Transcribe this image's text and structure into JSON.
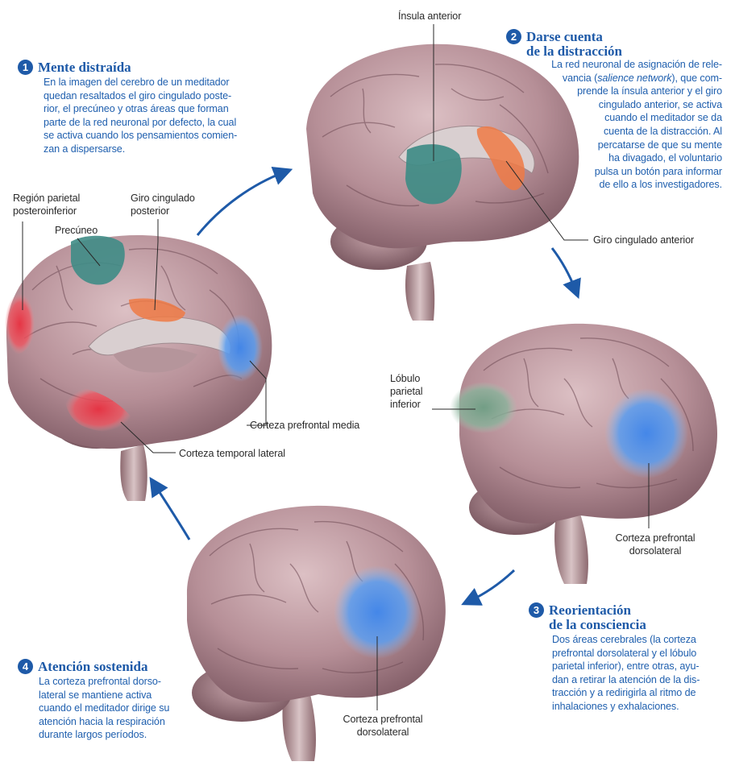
{
  "steps": [
    {
      "number": "1",
      "title_line1": "Mente distraída",
      "title_line2": "",
      "description": [
        "En la imagen del cerebro de un meditador",
        "quedan resaltados el giro cingulado poste-",
        "rior, el precúneo y otras áreas que forman",
        "parte de la red neuronal por defecto, la cual",
        "se activa cuando los pensamientos comien-",
        "zan a dispersarse."
      ]
    },
    {
      "number": "2",
      "title_line1": "Darse cuenta",
      "title_line2": "de la distracción",
      "description_pre": "La red neuronal de asignación de rele-",
      "description_italic_prefix": "vancia (",
      "description_italic": "salience network",
      "description_italic_suffix": "), que com-",
      "description": [
        "prende la ínsula anterior y el giro",
        "cingulado anterior, se activa",
        "cuando el meditador se da",
        "cuenta de la distracción. Al",
        "percatarse de que su mente",
        "ha divagado, el voluntario",
        "pulsa un botón para informar",
        "de ello a los investigadores."
      ]
    },
    {
      "number": "3",
      "title_line1": "Reorientación",
      "title_line2": "de la consciencia",
      "description": [
        "Dos áreas cerebrales (la corteza",
        "prefrontal dorsolateral y el lóbulo",
        "parietal inferior), entre otras, ayu-",
        "dan a retirar la atención de la dis-",
        "tracción y a redirigirla al ritmo de",
        "inhalaciones y exhalaciones."
      ]
    },
    {
      "number": "4",
      "title_line1": "Atención sostenida",
      "title_line2": "",
      "description": [
        "La corteza prefrontal dorso-",
        "lateral se mantiene activa",
        "cuando el meditador dirige su",
        "atención hacia la respiración",
        "durante largos períodos."
      ]
    }
  ],
  "labels": {
    "parietal_posteroinferior": [
      "Región parietal",
      "posteroinferior"
    ],
    "giro_cingulado_posterior": [
      "Giro cingulado",
      "posterior"
    ],
    "precuneo": "Precúneo",
    "corteza_prefrontal_media": "Corteza prefrontal media",
    "corteza_temporal_lateral": "Corteza temporal lateral",
    "insula_anterior": "Ínsula anterior",
    "giro_cingulado_anterior": "Giro cingulado anterior",
    "lobulo_parietal_inferior": [
      "Lóbulo",
      "parietal",
      "inferior"
    ],
    "corteza_prefrontal_dorsolateral_3": [
      "Corteza prefrontal",
      "dorsolateral"
    ],
    "corteza_prefrontal_dorsolateral_4": [
      "Corteza prefrontal",
      "dorsolateral"
    ]
  },
  "colors": {
    "accent_blue": "#1e5aa8",
    "brain_tissue": "#b8929a",
    "brain_shadow": "#7c5860",
    "region_red": "#e8404a",
    "region_teal": "#3f8c86",
    "region_orange": "#ee7a45",
    "region_blue": "#4f92e8",
    "region_green": "#7fa98e"
  }
}
